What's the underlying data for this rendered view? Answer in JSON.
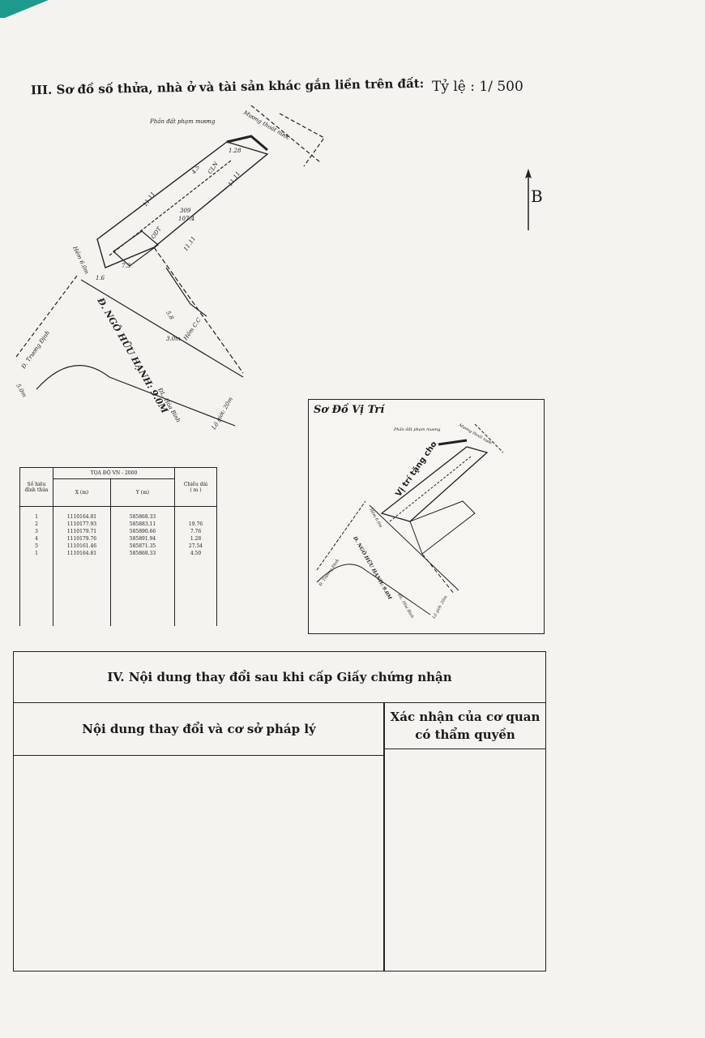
{
  "section3": {
    "title": "III. Sơ đồ số thửa, nhà ở và tài sản khác gắn liền trên đất:",
    "scale": "Tỷ lệ : 1/ 500",
    "north": "B"
  },
  "plan_labels": {
    "encroach": "Phần đất phạm mương",
    "ditch": "Mương thoát nước",
    "road_main": "Đ. NGÔ HỮU HẠNH: 9.0M",
    "road_small": "Đ. Trương Định",
    "alley": "Hẻm 6.0m",
    "hoa_binh": "ĐL. Hòa Bình",
    "setback": "Lộ giới: 20m",
    "alley_cc": "Hẻm C.C",
    "parcel_no": "309",
    "parcel_area": "107.4",
    "house_a": "CLN",
    "house_b": "ODT",
    "dim_len": "11.11",
    "dim_side": "4.5",
    "dim_a": "7.3",
    "dim_b": "5.8",
    "dim_c": "3.0m",
    "dim_d": "1.28",
    "dim_e": "1.6",
    "bottom_left": "5.0m"
  },
  "coord_table": {
    "hdr_id": "Số hiệu đỉnh thửa",
    "hdr_coord": "TỌA ĐỘ VN - 2000",
    "hdr_x": "X (m)",
    "hdr_y": "Y (m)",
    "hdr_len": "Chiều dài",
    "hdr_len_unit": "( m )",
    "ids": [
      "1",
      "2",
      "3",
      "4",
      "5",
      "1"
    ],
    "xs": [
      "1110164.81",
      "1110177.93",
      "1110179.71",
      "1110179.76",
      "1110161.46",
      "1110164.81"
    ],
    "ys": [
      "585868.33",
      "585883.11",
      "585890.66",
      "585891.94",
      "585871.35",
      "585868.33"
    ],
    "lens": [
      "19.76",
      "7.76",
      "1.28",
      "27.54",
      "4.50"
    ]
  },
  "location_map": {
    "title": "Sơ Đồ Vị Trí",
    "target": "Vị trí tặng cho",
    "encroach": "Phần đất phạm mương",
    "ditch": "Mương thoát nước",
    "road_main": "Đ. NGÔ HỮU HẠNH: 9.0M",
    "road_small": "Đ. Trương Định",
    "alley": "Hẻm 6.0m",
    "hoa_binh": "ĐL. Hòa Bình",
    "setback": "Lộ giới: 20m"
  },
  "section4": {
    "title": "IV. Nội dung thay đổi sau khi cấp Giấy chứng nhận",
    "col1": "Nội dung thay đổi và cơ sở pháp lý",
    "col2_line1": "Xác nhận của cơ quan",
    "col2_line2": "có thẩm quyền"
  }
}
